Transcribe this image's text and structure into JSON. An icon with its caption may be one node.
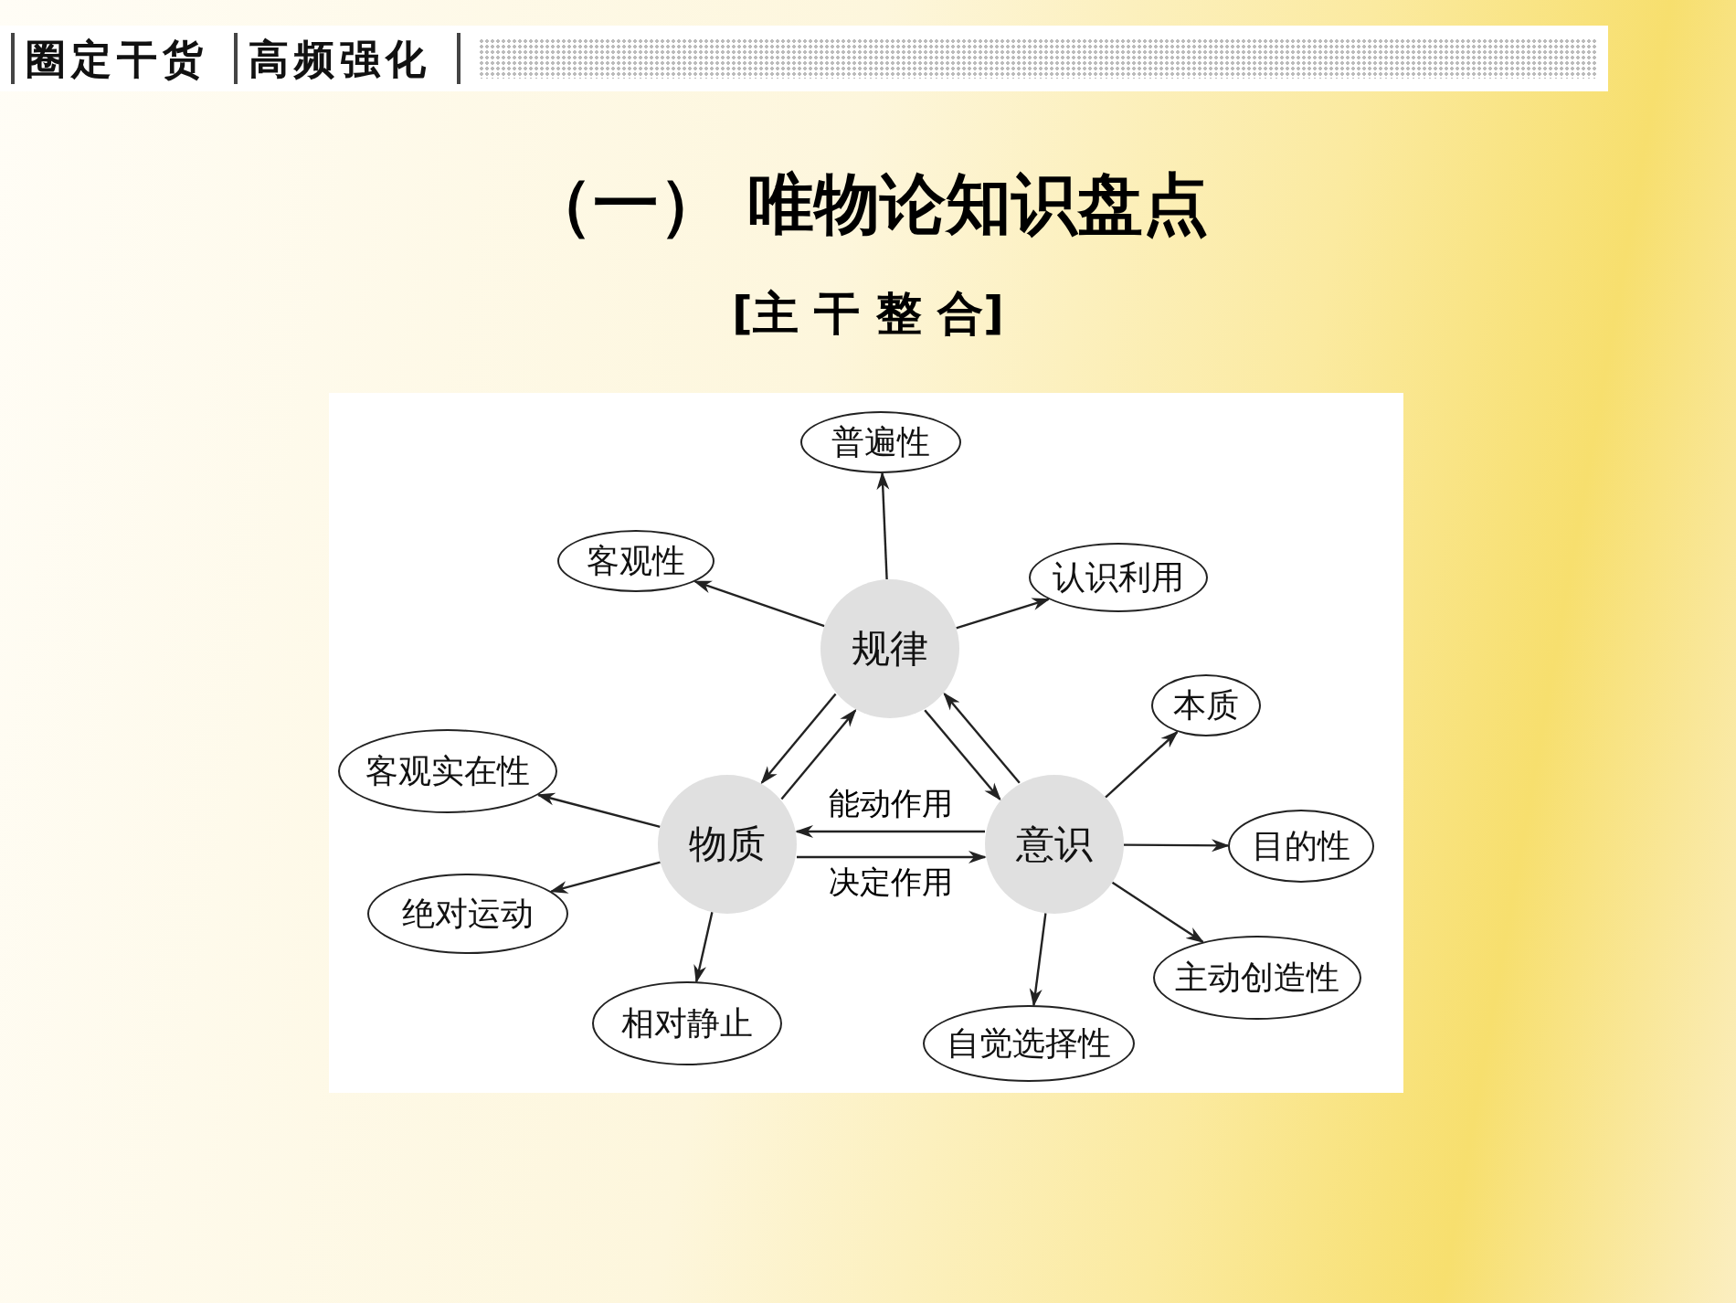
{
  "diagram": {
    "title": "（一） 唯物论知识盘点",
    "nodes": [
      {
        "text": [
          "规律"
        ]
      },
      {
        "text": [
          "物质"
        ]
      },
      {
        "text": [
          "意识"
        ]
      },
      {
        "text": [
          "普遍性"
        ]
      },
      {
        "text": [
          "客观性"
        ]
      },
      {
        "text": [
          "认识利用"
        ]
      },
      {
        "text": [
          "本质"
        ]
      },
      {
        "text": [
          "客观实在性"
        ]
      },
      {
        "text": [
          "目的性"
        ]
      },
      {
        "text": [
          "绝对运动"
        ]
      },
      {
        "text": [
          "主动创造性"
        ]
      },
      {
        "text": [
          "相对静止"
        ]
      },
      {
        "text": [
          "自觉选择性"
        ]
      }
    ],
    "edges": [
      {
        "from": 0,
        "to": 3,
        "arrow": "to"
      },
      {
        "from": 0,
        "to": 4,
        "arrow": "to"
      },
      {
        "from": 0,
        "to": 5,
        "arrow": "to"
      },
      {
        "from": 0,
        "to": 1,
        "arrow": "to"
      },
      {
        "from": 1,
        "to": 0,
        "arrow": "to"
      },
      {
        "from": 0,
        "to": 2,
        "arrow": "to"
      },
      {
        "from": 2,
        "to": 0,
        "arrow": "to"
      },
      {
        "from": 2,
        "to": 1,
        "arrow": "to",
        "label": "能动作用"
      },
      {
        "from": 1,
        "to": 2,
        "arrow": "to",
        "label": "决定作用"
      },
      {
        "from": 1,
        "to": 7,
        "arrow": "to"
      },
      {
        "from": 1,
        "to": 9,
        "arrow": "to"
      },
      {
        "from": 1,
        "to": 11,
        "arrow": "to"
      },
      {
        "from": 2,
        "to": 6,
        "arrow": "to"
      },
      {
        "from": 2,
        "to": 8,
        "arrow": "to"
      },
      {
        "from": 2,
        "to": 10,
        "arrow": "to"
      },
      {
        "from": 2,
        "to": 12,
        "arrow": "to"
      }
    ],
    "labels": [
      "圈定干货",
      "高频强化",
      "[主 干 整 合]"
    ]
  }
}
